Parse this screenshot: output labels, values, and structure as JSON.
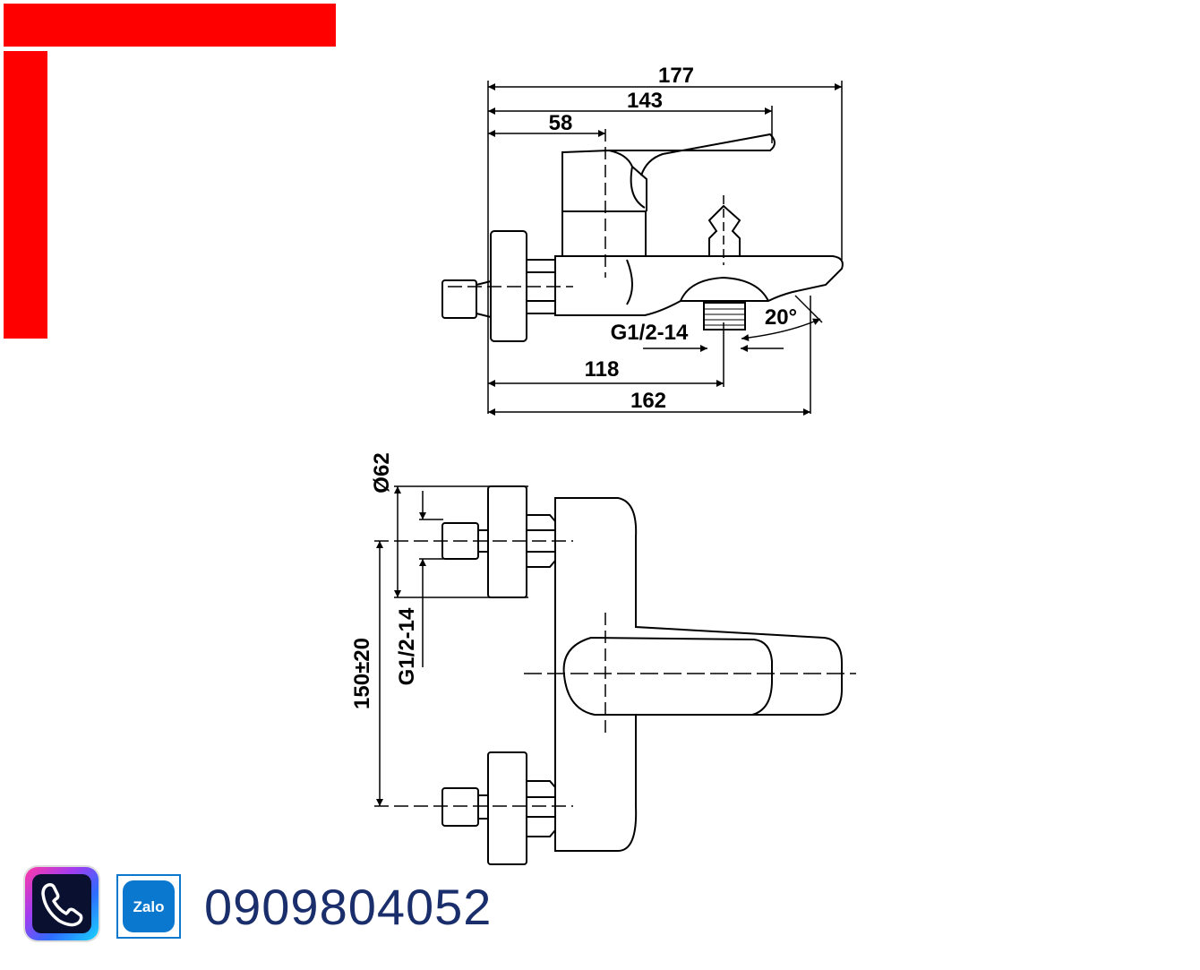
{
  "branding": {
    "accent_color": "#ff0000"
  },
  "dimensions": {
    "overall_length": "177",
    "spout_length": "143",
    "lever_offset": "58",
    "outlet_distance": "118",
    "body_length": "162",
    "spout_thread": "G1/2-14",
    "spout_angle": "20°",
    "flange_diameter": "Ø62",
    "inlet_thread": "G1/2-14",
    "inlet_spacing": "150±20"
  },
  "contact": {
    "phone_icon": "phone-icon",
    "zalo_icon": "zalo-icon",
    "zalo_label": "Zalo",
    "phone_number": "0909804052",
    "number_color": "#1a2e6c"
  }
}
